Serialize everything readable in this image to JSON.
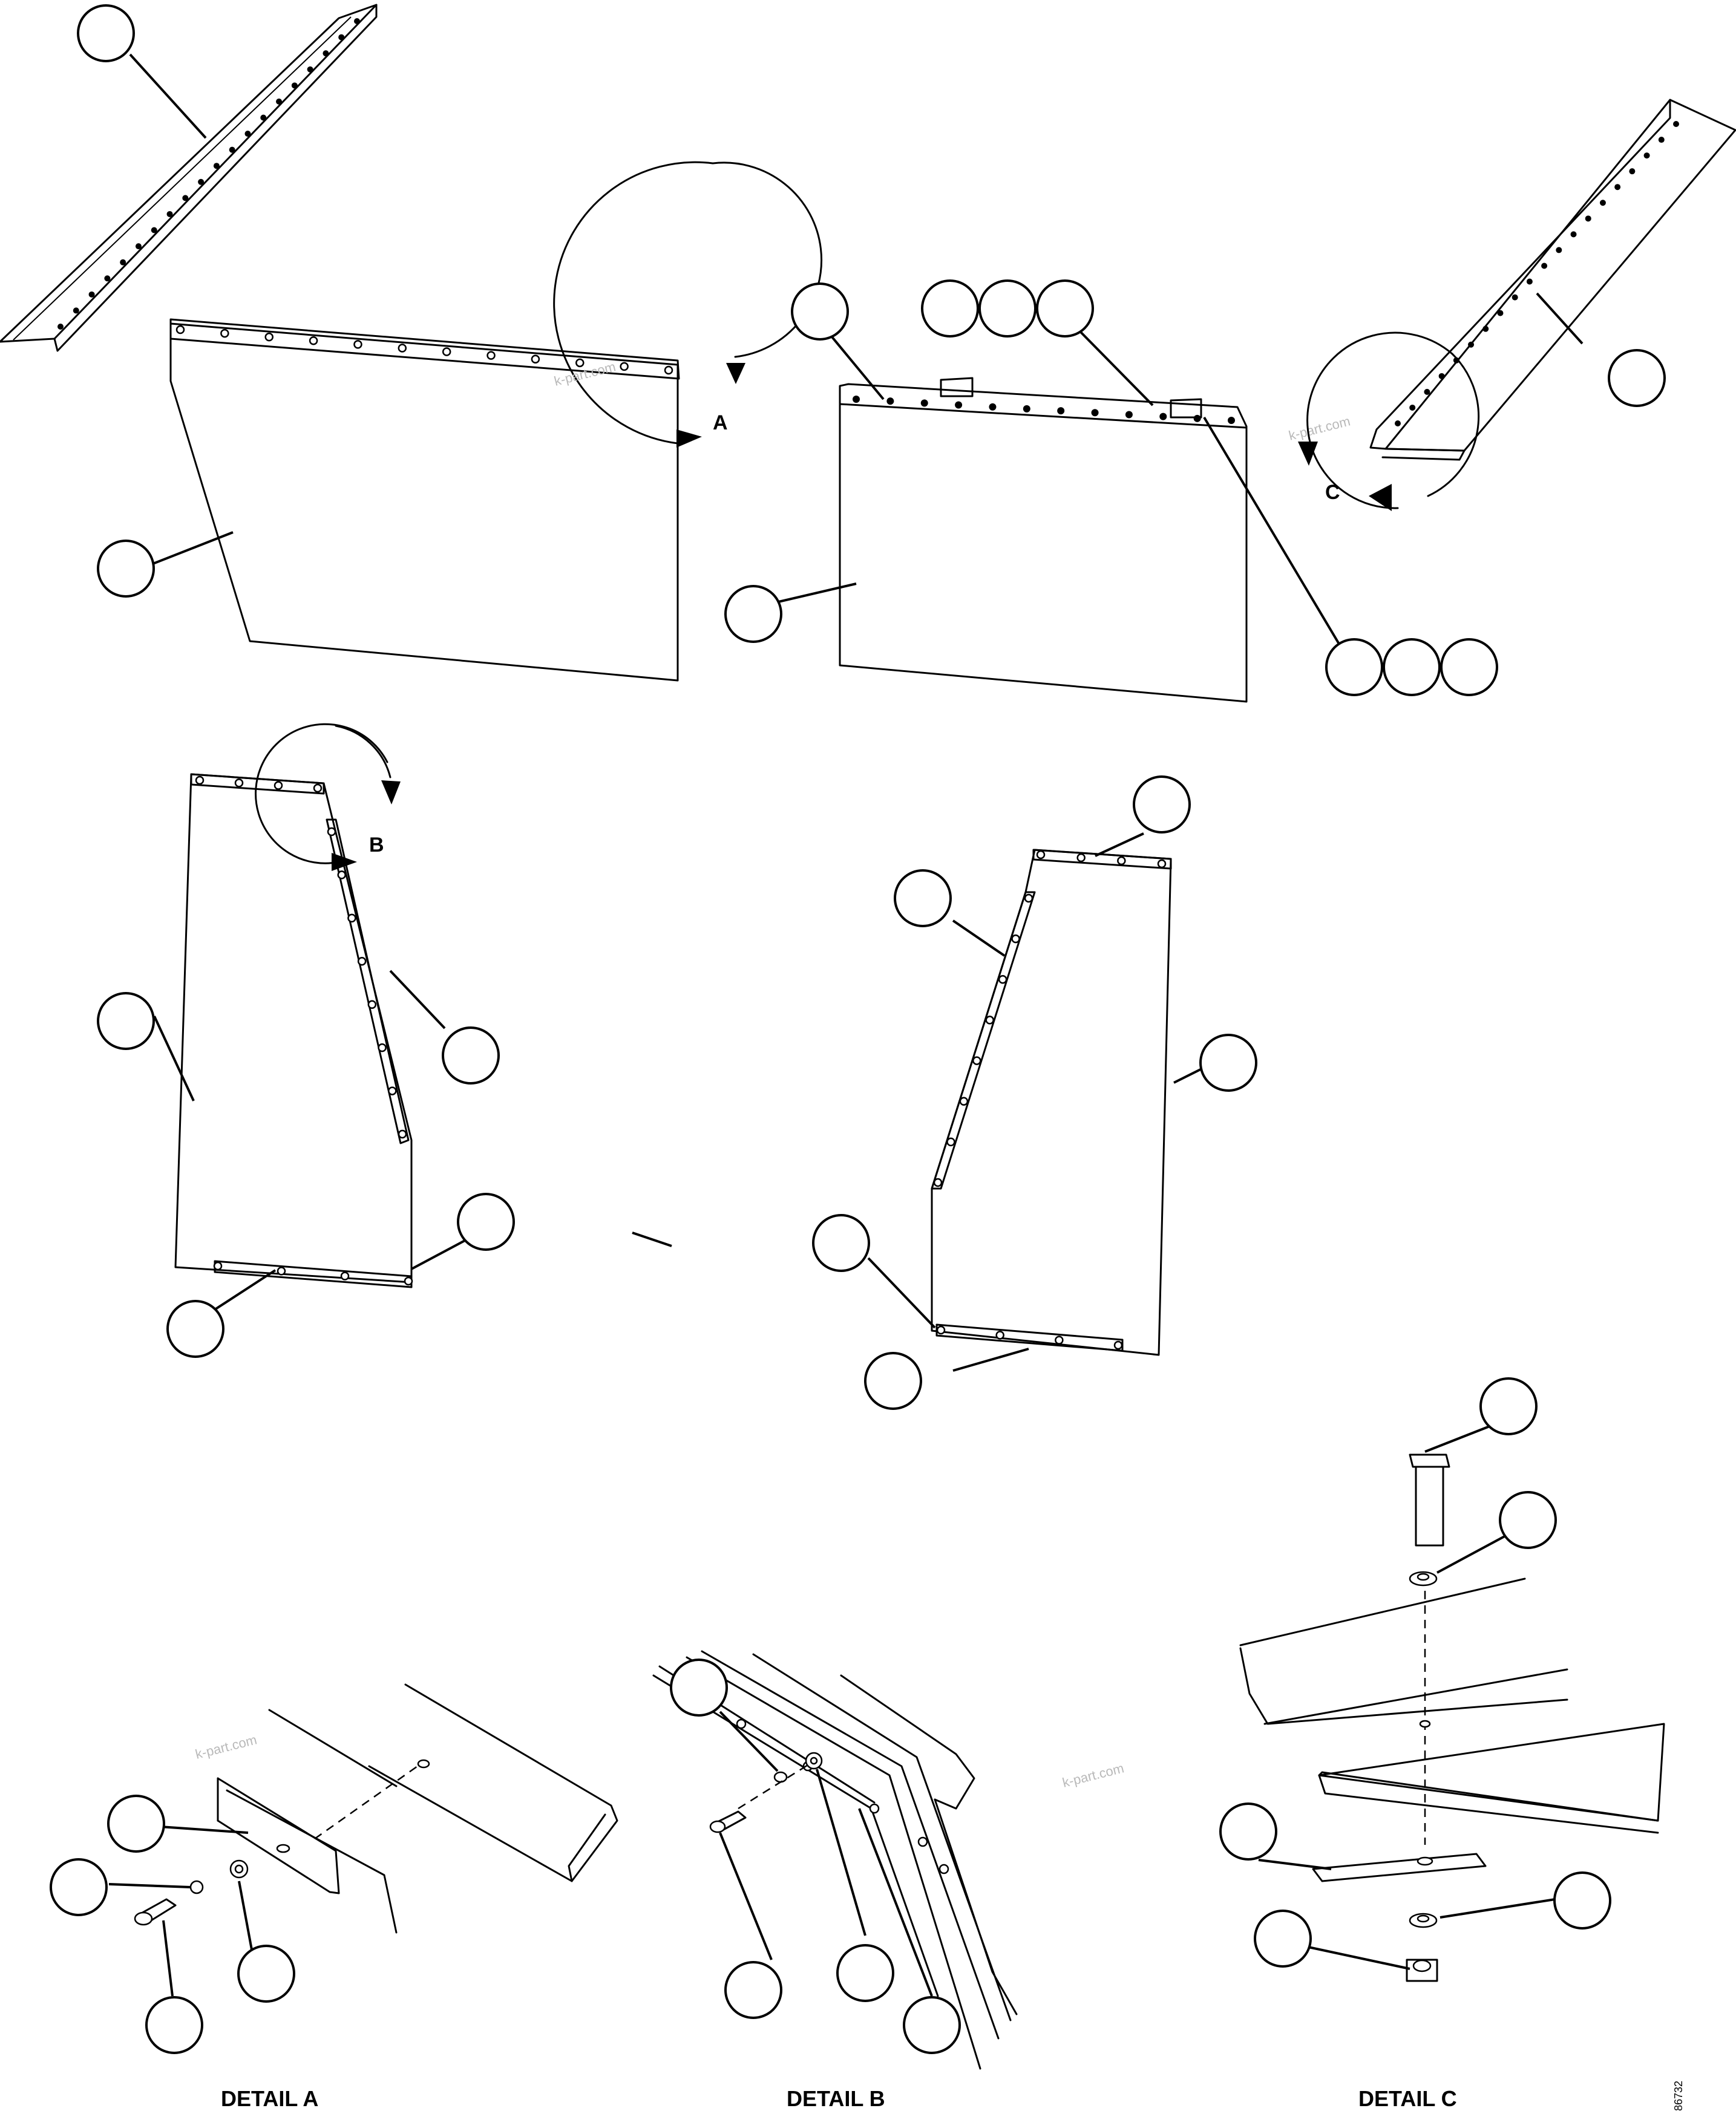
{
  "detail_refs": {
    "a": "A",
    "b": "B",
    "c": "C"
  },
  "detail_titles": {
    "a": "DETAIL A",
    "b": "DETAIL B",
    "c": "DETAIL C"
  },
  "watermark": "k-part.com",
  "drawing_code": "86732"
}
